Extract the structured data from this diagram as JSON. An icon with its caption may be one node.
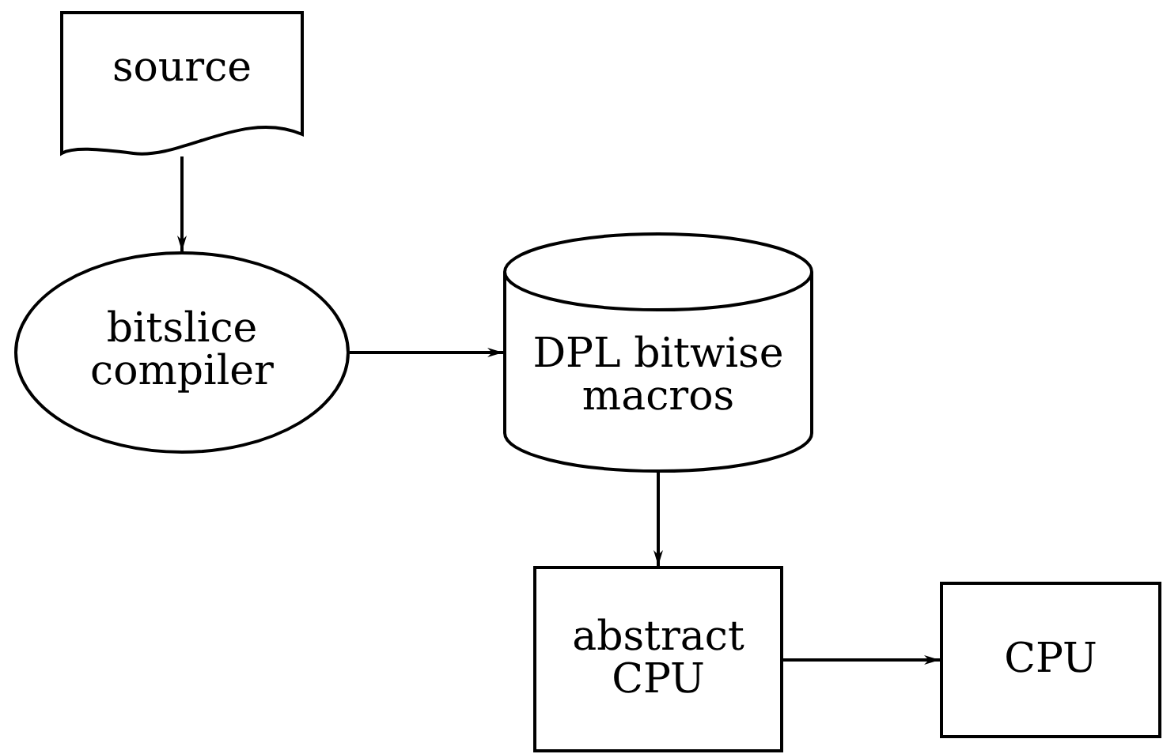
{
  "diagram": {
    "nodes": [
      {
        "text": [
          "source"
        ]
      },
      {
        "text": [
          "bitslice compiler"
        ]
      },
      {
        "text": [
          "DPL bitwise macros"
        ]
      },
      {
        "text": [
          "abstract CPU"
        ]
      },
      {
        "text": [
          "CPU"
        ]
      }
    ],
    "edges": [
      {
        "from": 0,
        "to": 1,
        "arrow": "to"
      },
      {
        "from": 1,
        "to": 2,
        "arrow": "to"
      },
      {
        "from": 2,
        "to": 3,
        "arrow": "to"
      },
      {
        "from": 3,
        "to": 4,
        "arrow": "to"
      }
    ]
  }
}
